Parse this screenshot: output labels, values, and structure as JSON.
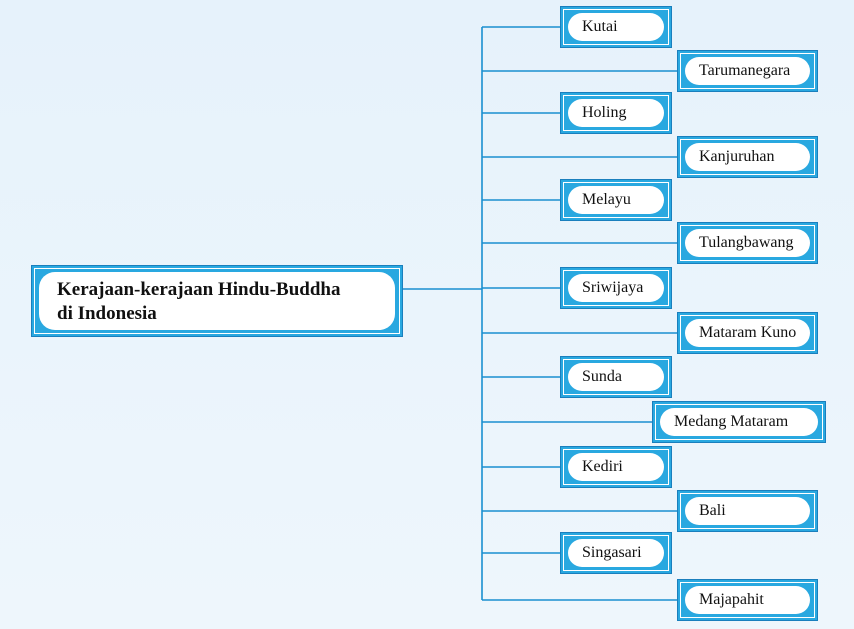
{
  "root": {
    "line1": "Kerajaan-kerajaan Hindu-Buddha",
    "line2": "di Indonesia"
  },
  "kingdoms": [
    "Kutai",
    "Tarumanegara",
    "Holing",
    "Kanjuruhan",
    "Melayu",
    "Tulangbawang",
    "Sriwijaya",
    "Mataram Kuno",
    "Sunda",
    "Medang Mataram",
    "Kediri",
    "Bali",
    "Singasari",
    "Majapahit"
  ],
  "colors": {
    "box_fill": "#29a8e0",
    "box_border": "#1a7fbd",
    "connector": "#1a8fd0"
  }
}
